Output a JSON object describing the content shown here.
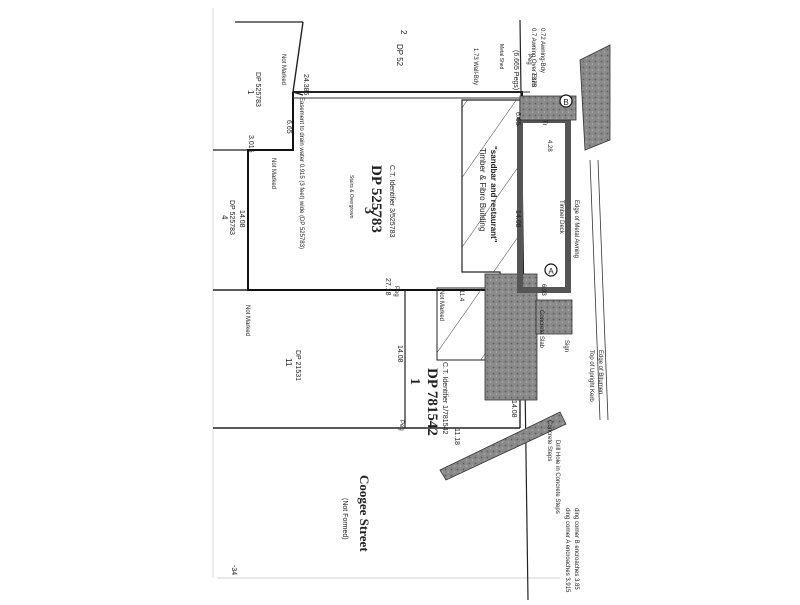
{
  "lots": {
    "lot3": {
      "number": "3",
      "plan": "DP 525783",
      "ct": "C.T. Identifier 3/525783",
      "note": "Stairs & Overgrown"
    },
    "lot1_dp525783": {
      "number": "1",
      "plan": "DP 525783"
    },
    "lot4": {
      "number": "4",
      "plan": "DP 525783"
    },
    "lot11": {
      "number": "11",
      "plan": "DP 21531"
    },
    "lot1_dp781542": {
      "number": "1",
      "plan": "DP 781542",
      "ct": "C.T. Identifier 1/781542"
    },
    "lot2": {
      "number": "2",
      "plan": "DP 52"
    }
  },
  "building": {
    "line1": "Timber & Fibro Building",
    "line2": "\"sandbar and restaurant\""
  },
  "street": {
    "name": "Coogee Street",
    "status": "(Not Formed)"
  },
  "dimensions": {
    "d24385": "24.385",
    "d665_top": "6.65",
    "d3015": "3.015",
    "d1408_a": "14.08",
    "d2718": "27.18",
    "d1408_b": "14.08",
    "d1408_c": "14.08",
    "d1118": "11.18",
    "d665_right": "6.65",
    "d1408_right": "14.08",
    "d6665": "(6.665 Pegs)",
    "d7875": "7.875",
    "d428": "4.28",
    "d693": "6.93",
    "d114": "11.4"
  },
  "labels": {
    "easement": "Easement to drain water 0.915 (3 feet) wide (DP 525783)",
    "not_marked_1": "Not Marked",
    "not_marked_2": "Not Marked",
    "not_marked_3": "Not Marked",
    "not_marked_4": "Not Marked",
    "peg_1": "Peg",
    "peg_2": "Peg",
    "peg_3": "Peg",
    "wall_to_bdy": "1.73 Wall-Bdy",
    "metal_shed": "Metal Shed",
    "awning_over": "0.7 Awning Over Esmt",
    "awning_bdy": "0.72 Awning-Bdy",
    "edge_metal_awning": "Edge of Metal Awning",
    "timber_deck": "Timber Deck",
    "concrete_steps": "Concrete Steps",
    "concrete_slab": "Concrete Slab",
    "drill_hole": "Drill Hole in Concrete Steps",
    "edge_bitumen": "Edge of Bitumen",
    "top_kerb": "Top of Upright Kerb",
    "sign": "Sign",
    "tr": "Tr",
    "corner_a_note": "ding corner A encroaches 3.915",
    "corner_b_note": "ding corner B encroaches 3.85",
    "marker_a": "A",
    "marker_b": "B",
    "edge_mark": "-34"
  }
}
